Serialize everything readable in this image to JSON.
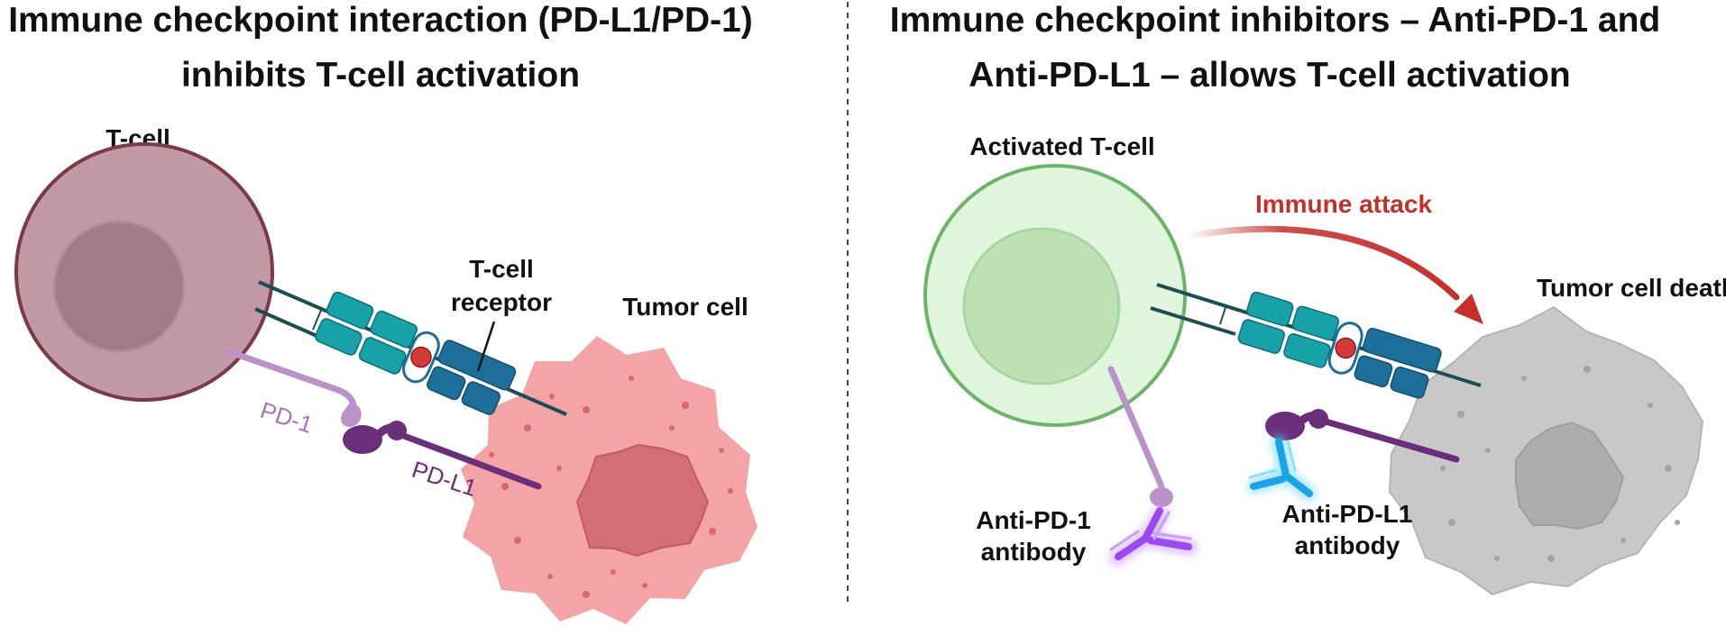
{
  "left_panel": {
    "title_line1": "Immune checkpoint interaction (PD-L1/PD-1)",
    "title_line2": "inhibits T-cell activation",
    "tcell_label": "T-cell",
    "tcr_label_line1": "T-cell",
    "tcr_label_line2": "receptor",
    "tumor_label": "Tumor cell",
    "pd1_label": "PD-1",
    "pdl1_label": "PD-L1"
  },
  "right_panel": {
    "title_line1": "Immune checkpoint inhibitors – Anti-PD-1 and",
    "title_line2": "Anti-PD-L1 – allows T-cell activation",
    "tcell_label": "Activated T-cell",
    "attack_label": "Immune attack",
    "death_label": "Tumor cell death",
    "anti_pd1_line1": "Anti-PD-1",
    "anti_pd1_line2": "antibody",
    "anti_pdl1_line1": "Anti-PD-L1",
    "anti_pdl1_line2": "antibody"
  },
  "colors": {
    "tcell_fill": "#c29aa5",
    "tcell_stroke": "#7a3a48",
    "tcell_nucleus": "#a57a88",
    "tumor_fill": "#f4a3a6",
    "tumor_nucleus": "#d27073",
    "activated_fill": "#dff5dc",
    "activated_stroke": "#6cb468",
    "activated_nucleus": "#bde1b5",
    "dead_cell": "#c8c8c8",
    "dead_nucleus": "#adadad",
    "teal": "#17a1a8",
    "navy": "#1d6f9a",
    "antigen_red": "#d33a3a",
    "pd1": "#bb92c8",
    "pdl1": "#6a2e7a",
    "anti_pd1_antibody": "#9a4af0",
    "anti_pdl1_antibody": "#1aa3e8",
    "attack_arrow": "#c62e2a",
    "attack_text": "#c42f2a"
  }
}
